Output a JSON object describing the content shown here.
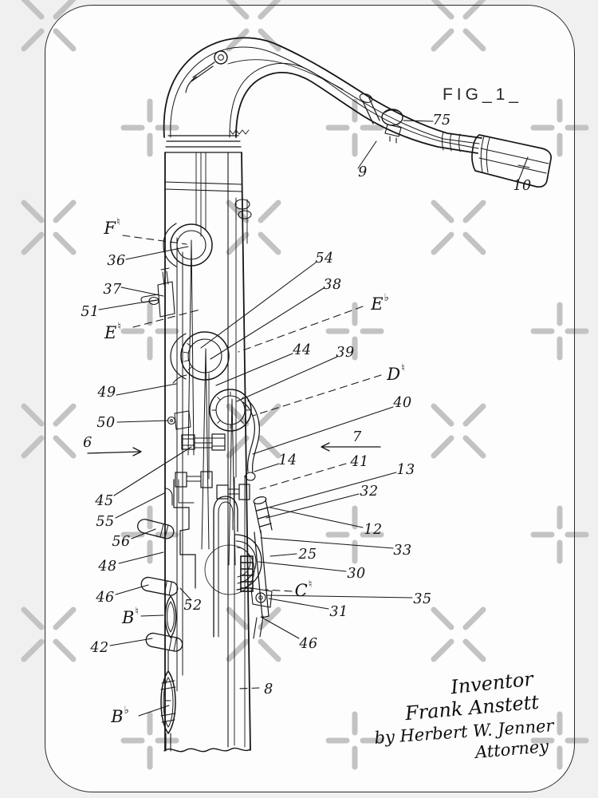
{
  "figure": {
    "title": "FIG_1_"
  },
  "labels": {
    "r75": "75",
    "r9": "9",
    "r10": "10",
    "r36": "36",
    "r37": "37",
    "r51": "51",
    "r54": "54",
    "r38": "38",
    "r44": "44",
    "r39": "39",
    "r49": "49",
    "r50": "50",
    "r6": "6",
    "r7": "7",
    "r40": "40",
    "r14": "14",
    "r41": "41",
    "r13": "13",
    "r32": "32",
    "r45": "45",
    "r55": "55",
    "r56": "56",
    "r12": "12",
    "r33": "33",
    "r25": "25",
    "r30": "30",
    "r48": "48",
    "r46a": "46",
    "r52": "52",
    "r35": "35",
    "r31": "31",
    "r46b": "46",
    "r42": "42",
    "r8": "8"
  },
  "key_labels": {
    "f_natural": {
      "base": "F",
      "accidental": "♮"
    },
    "e_natural": {
      "base": "E",
      "accidental": "♮"
    },
    "e_flat": {
      "base": "E",
      "accidental": "♭"
    },
    "d_natural": {
      "base": "D",
      "accidental": "♮"
    },
    "c_natural": {
      "base": "C",
      "accidental": "♮"
    },
    "b_natural": {
      "base": "B",
      "accidental": "♮"
    },
    "b_flat": {
      "base": "B",
      "accidental": "♭"
    }
  },
  "signature": {
    "line1": "Inventor",
    "line2": "Frank Anstett",
    "line3": "by Herbert W. Jenner",
    "line4": "Attorney"
  },
  "colors": {
    "ink": "#161616",
    "paper": "#fdfdfd",
    "background": "#f0f0f1",
    "watermark": "#c3c3c3"
  },
  "icons": {
    "watermark_x": "x-cross-watermark",
    "watermark_plus": "plus-cross-watermark"
  }
}
